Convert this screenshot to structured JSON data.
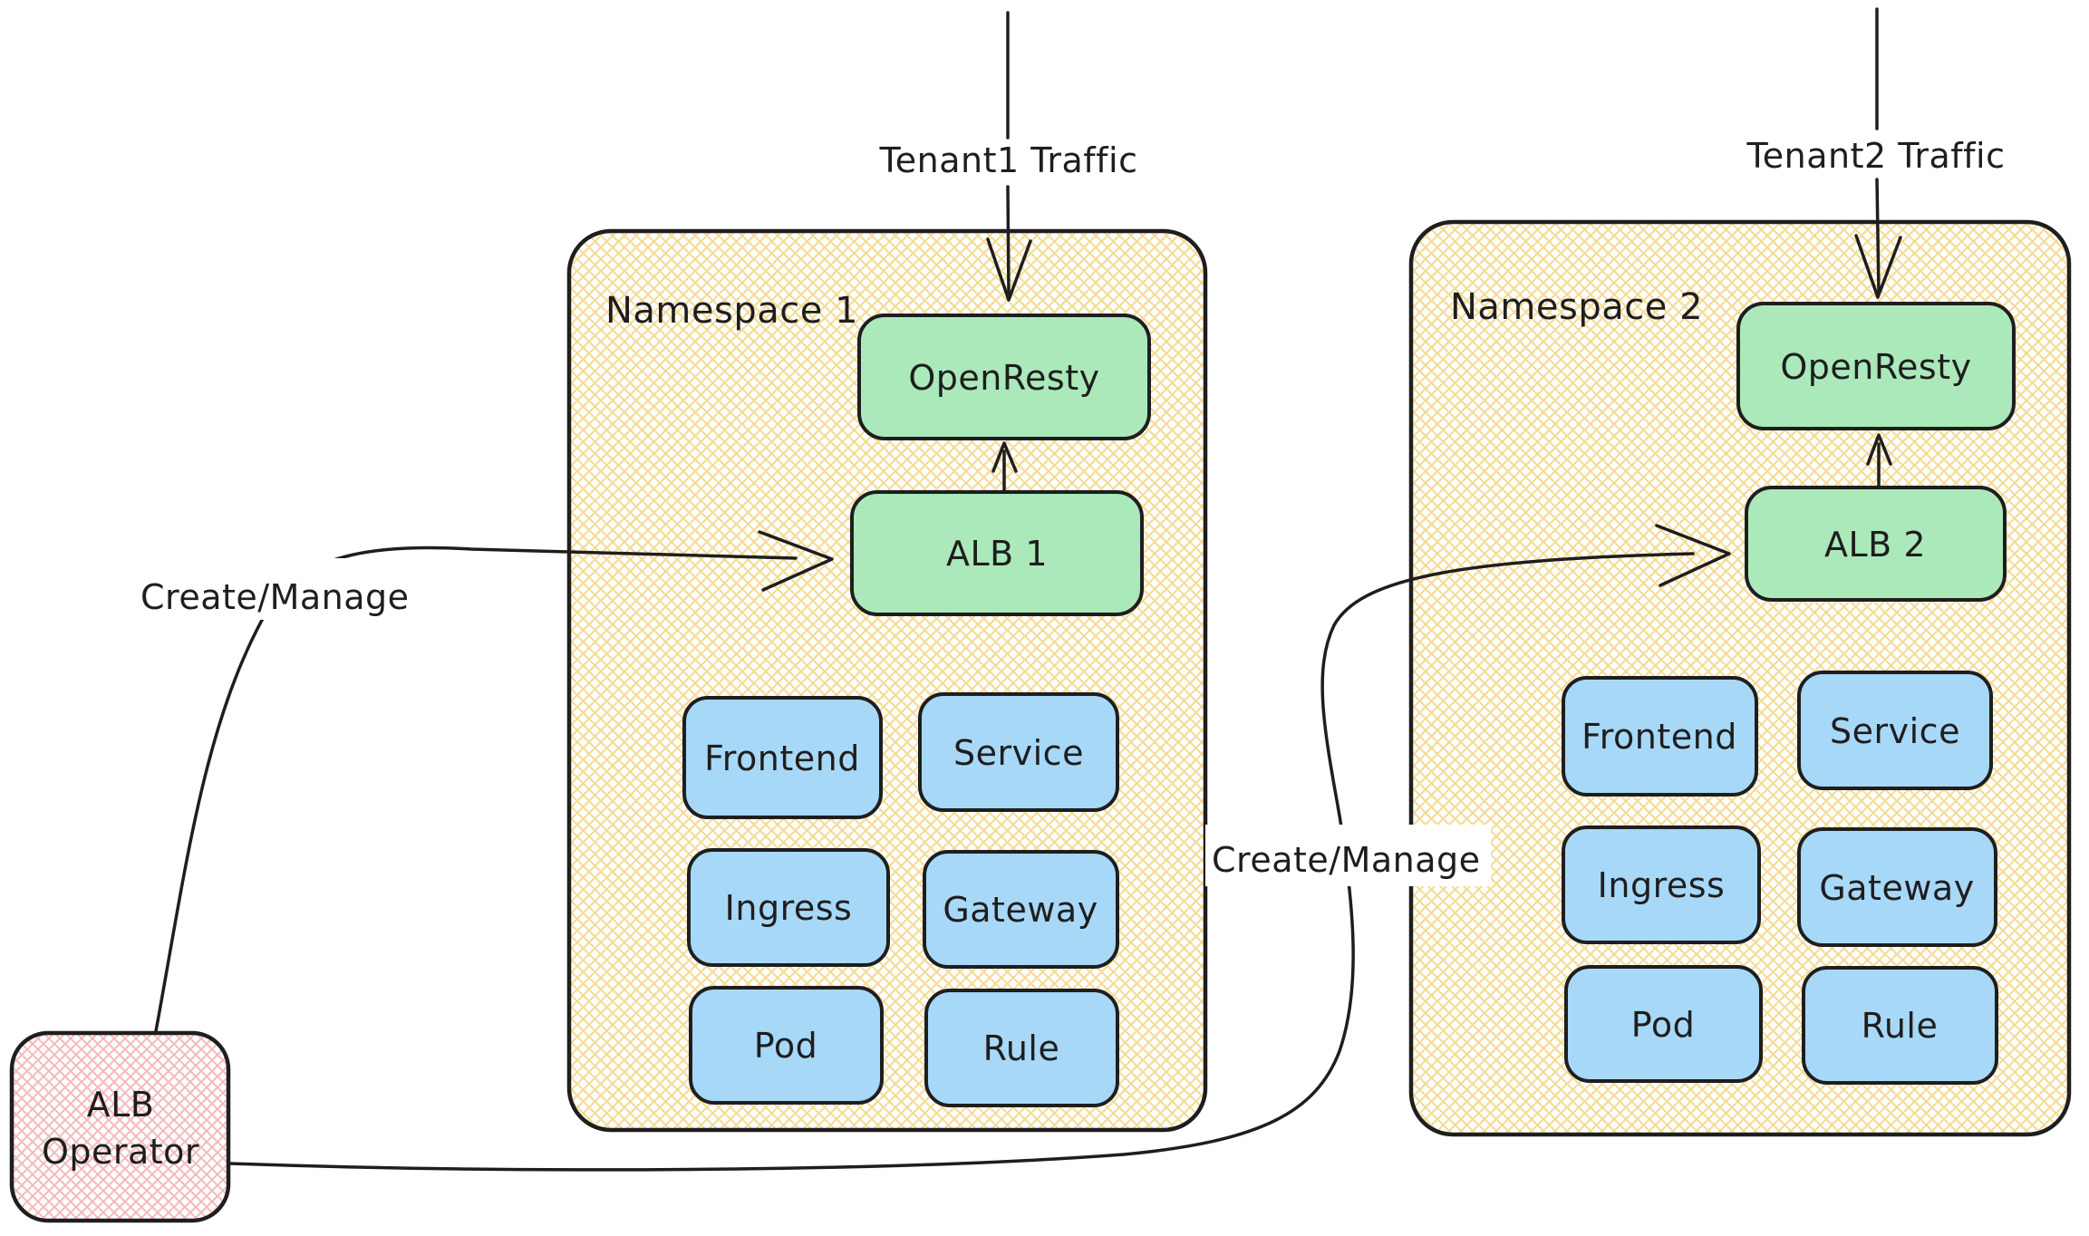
{
  "diagram": {
    "background": "#ffffff",
    "stroke_color": "#1e1e1e"
  },
  "colors": {
    "namespace_hatch": "#f2d583",
    "green_fill": "#abe9bb",
    "blue_fill": "#a8d8f8",
    "pink_hatch": "#f5b9b9"
  },
  "traffic": {
    "tenant1": "Tenant1 Traffic",
    "tenant2": "Tenant2 Traffic"
  },
  "edges": {
    "create_manage_left": "Create/Manage",
    "create_manage_right": "Create/Manage"
  },
  "operator": {
    "line1": "ALB",
    "line2": "Operator"
  },
  "namespace1": {
    "title": "Namespace 1",
    "openresty": "OpenResty",
    "alb": "ALB 1",
    "resources": [
      "Frontend",
      "Service",
      "Ingress",
      "Gateway",
      "Pod",
      "Rule"
    ]
  },
  "namespace2": {
    "title": "Namespace 2",
    "openresty": "OpenResty",
    "alb": "ALB 2",
    "resources": [
      "Frontend",
      "Service",
      "Ingress",
      "Gateway",
      "Pod",
      "Rule"
    ]
  }
}
